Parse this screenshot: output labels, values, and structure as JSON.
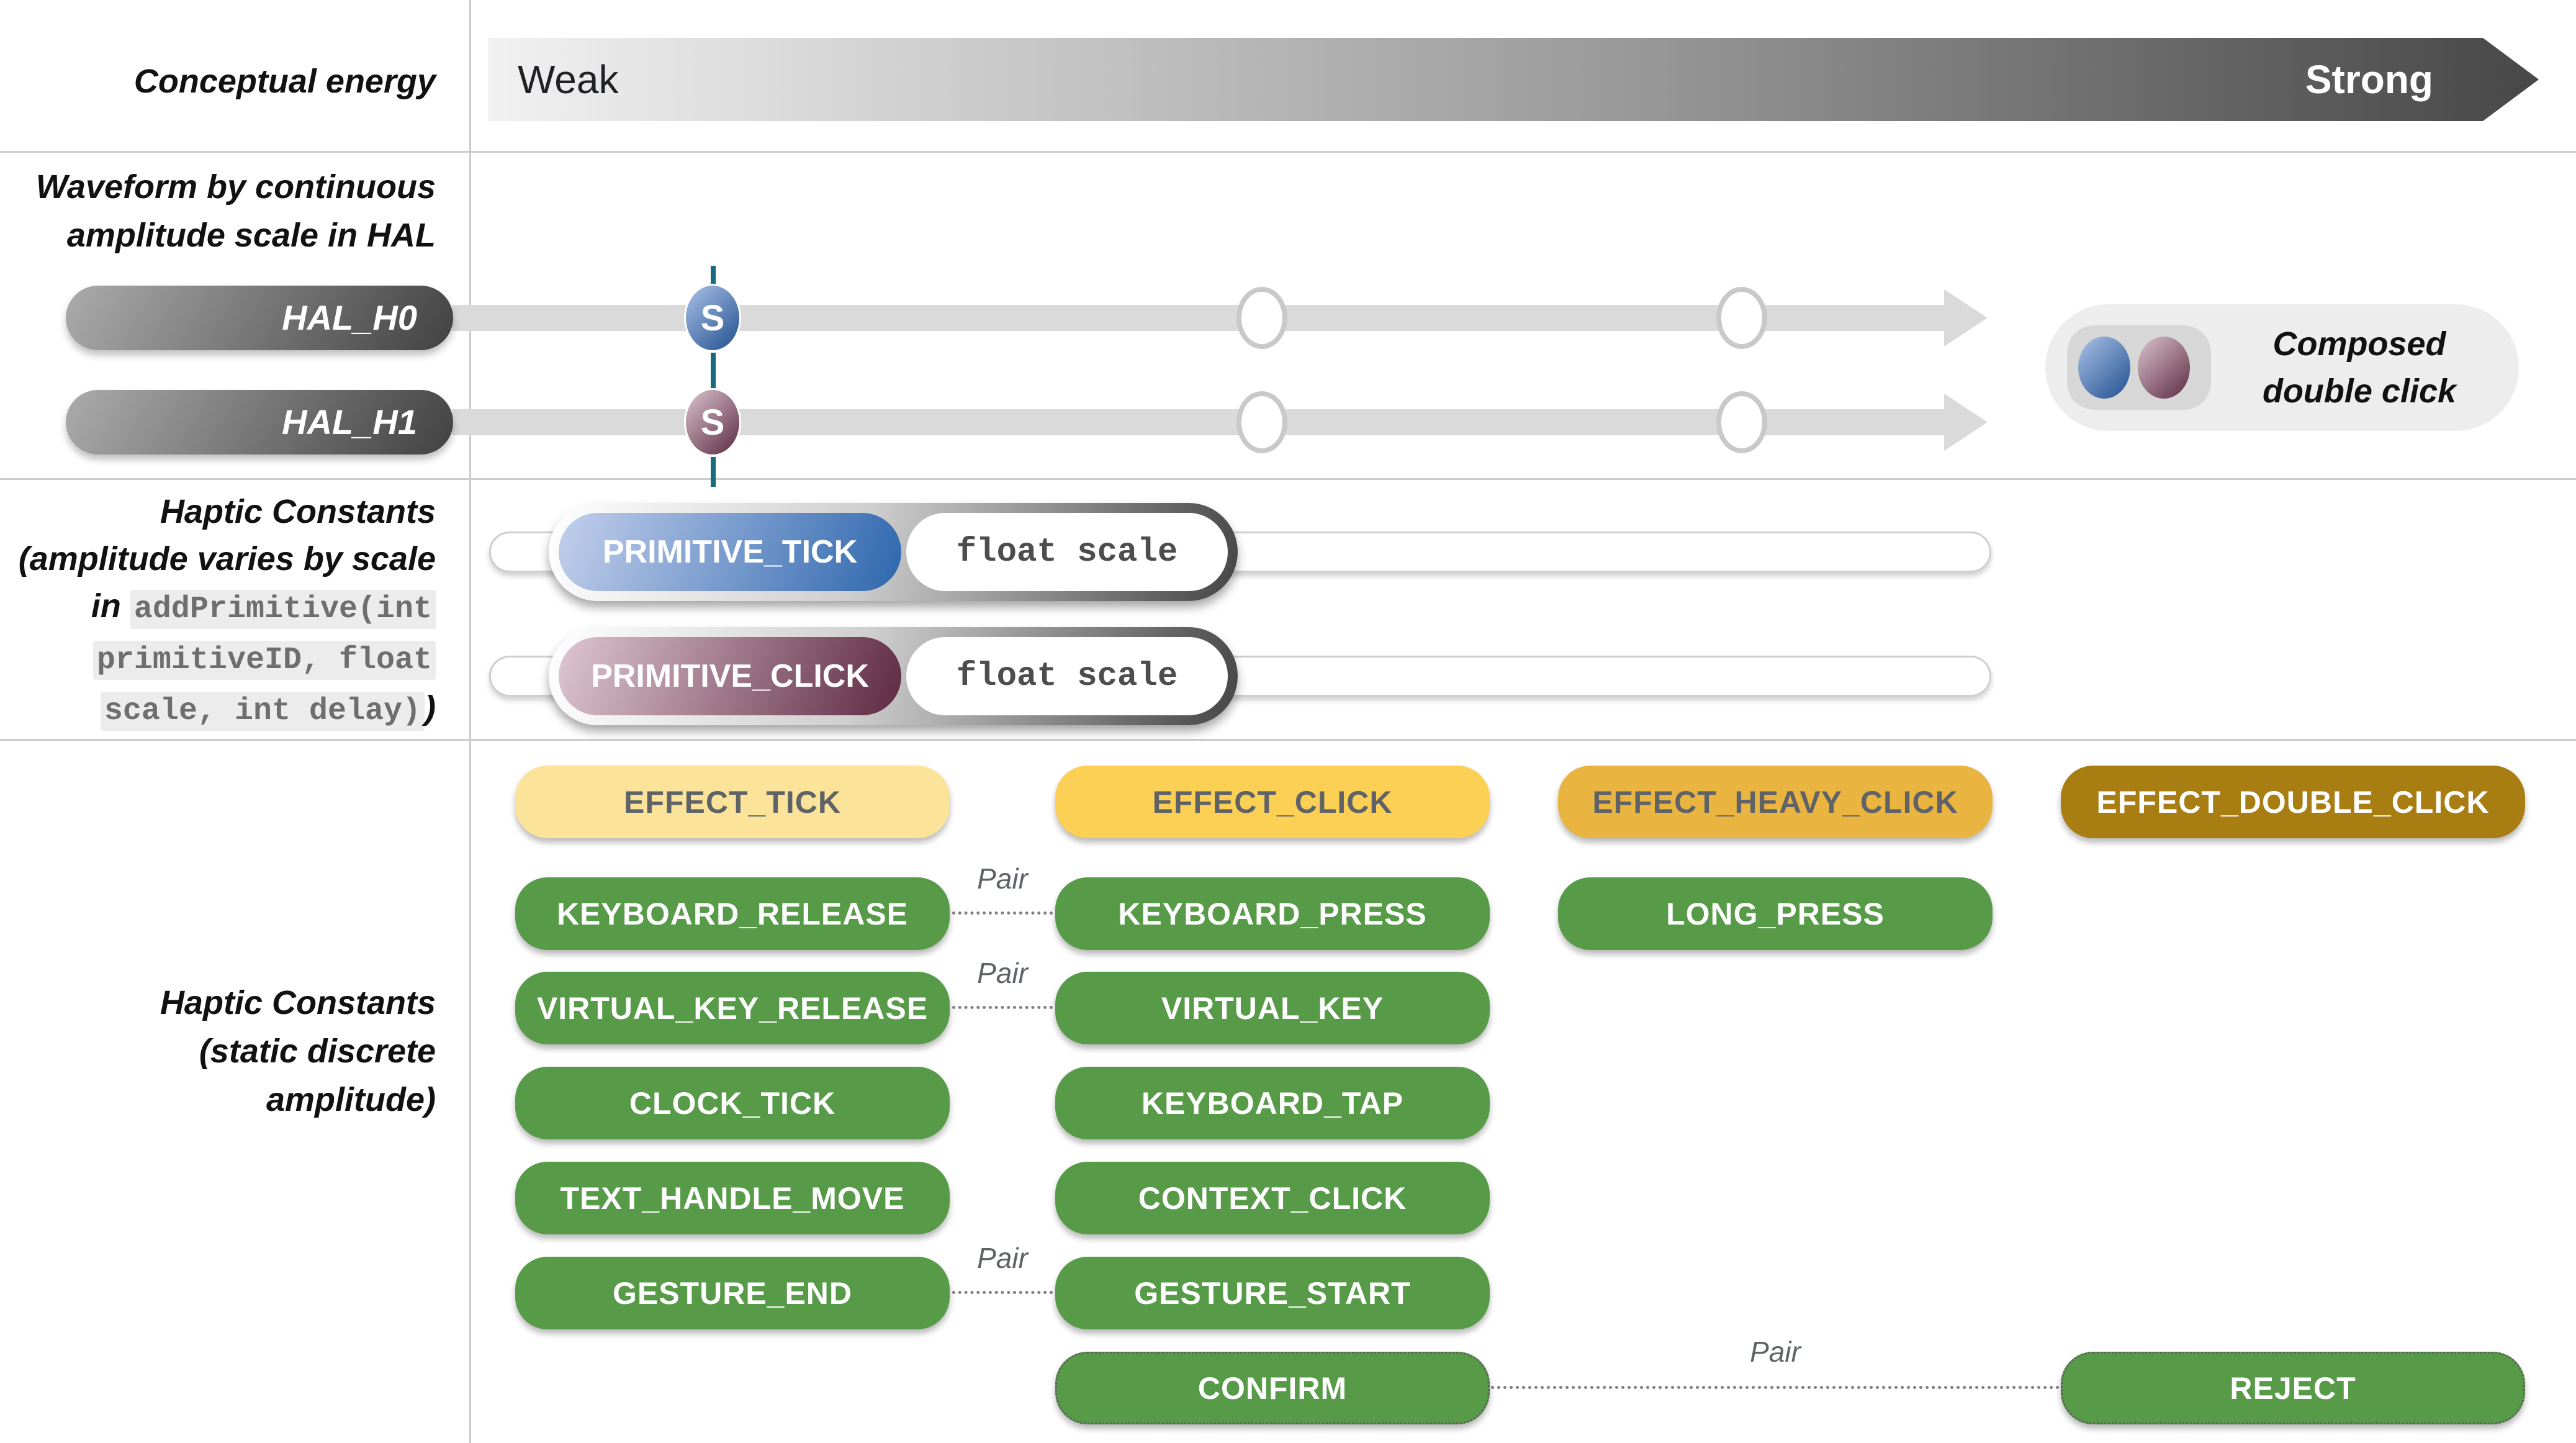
{
  "energy": {
    "label": "Conceptual energy",
    "weak": "Weak",
    "strong": "Strong"
  },
  "waveform": {
    "label_line1": "Waveform by continuous",
    "label_line2": "amplitude scale in HAL",
    "hal_rows": [
      {
        "label": "HAL_H0",
        "marker": "S"
      },
      {
        "label": "HAL_H1",
        "marker": "S"
      }
    ],
    "composed_line1": "Composed",
    "composed_line2": "double click"
  },
  "primitive": {
    "label_line1": "Haptic Constants",
    "label_line2": "(amplitude varies by scale",
    "label_line3_prefix": "in",
    "label_line3_code": "addPrimitive(int",
    "label_line4_code": "primitiveID, float",
    "label_line5_code": "scale, int delay)",
    "label_line5_suffix": ")",
    "sliders": [
      {
        "label": "PRIMITIVE_TICK",
        "param": "float scale"
      },
      {
        "label": "PRIMITIVE_CLICK",
        "param": "float scale"
      }
    ]
  },
  "constants": {
    "label_line1": "Haptic Constants",
    "label_line2": "(static discrete",
    "label_line3": "amplitude)",
    "pair_label": "Pair",
    "pills": [
      {
        "label": "EFFECT_TICK"
      },
      {
        "label": "EFFECT_CLICK"
      },
      {
        "label": "EFFECT_HEAVY_CLICK"
      },
      {
        "label": "EFFECT_DOUBLE_CLICK"
      },
      {
        "label": "KEYBOARD_RELEASE"
      },
      {
        "label": "KEYBOARD_PRESS"
      },
      {
        "label": "LONG_PRESS"
      },
      {
        "label": "VIRTUAL_KEY_RELEASE"
      },
      {
        "label": "VIRTUAL_KEY"
      },
      {
        "label": "CLOCK_TICK"
      },
      {
        "label": "KEYBOARD_TAP"
      },
      {
        "label": "TEXT_HANDLE_MOVE"
      },
      {
        "label": "CONTEXT_CLICK"
      },
      {
        "label": "GESTURE_END"
      },
      {
        "label": "GESTURE_START"
      },
      {
        "label": "CONFIRM"
      },
      {
        "label": "REJECT"
      }
    ]
  },
  "colors": {
    "green": "#579b48",
    "yellow_pale": "#fbe499",
    "yellow": "#fccf55",
    "amber": "#e9b540",
    "gold": "#a87d12",
    "teal_dash": "#176b7d",
    "blue_marker": "#21508f",
    "plum_marker": "#5c2b42"
  }
}
